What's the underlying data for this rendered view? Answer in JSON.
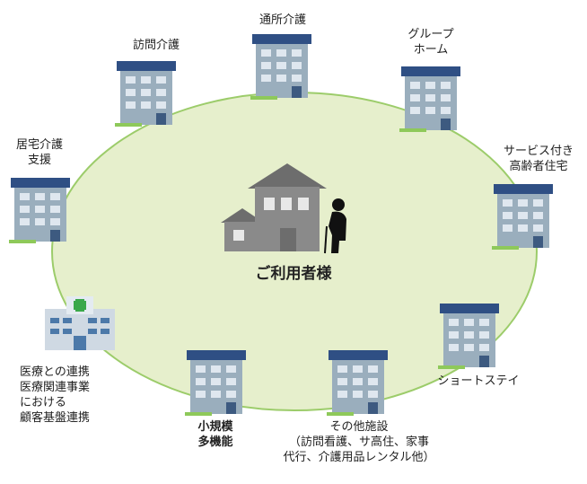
{
  "center": {
    "label": "ご利用者様"
  },
  "services": {
    "houmon_kaigo": {
      "label": "訪問介護"
    },
    "tsusho_kaigo": {
      "label": "通所介護"
    },
    "group_home": {
      "line1": "グループ",
      "line2": "ホーム"
    },
    "kyotaku": {
      "line1": "居宅介護",
      "line2": "支援"
    },
    "sakoju": {
      "line1": "サービス付き",
      "line2": "高齢者住宅"
    },
    "medical": {
      "title": "医療との連携",
      "line1": "医療関連事業",
      "line2": "における",
      "line3": "顧客基盤連携"
    },
    "short_stay": {
      "label": "ショートステイ"
    },
    "shoukibo": {
      "line1": "小規模",
      "line2": "多機能"
    },
    "other": {
      "title": "その他施設",
      "line1": "（訪問看護、サ高住、家事",
      "line2": "代行、介護用品レンタル他）"
    }
  },
  "colors": {
    "ellipse_fill": "#e6efcc",
    "ellipse_stroke": "#9ccc6a",
    "building_wall": "#9aaebd",
    "building_roof": "#2f4f84",
    "window": "#dfe7ef",
    "grass": "#8ec95a",
    "house_body": "#8a8a8a",
    "house_roof": "#6d6d6d",
    "medical_cross": "#3aa84a"
  },
  "icons": [
    "apartment-building-icon",
    "house-icon",
    "elderly-person-with-cane-icon",
    "hospital-icon"
  ]
}
